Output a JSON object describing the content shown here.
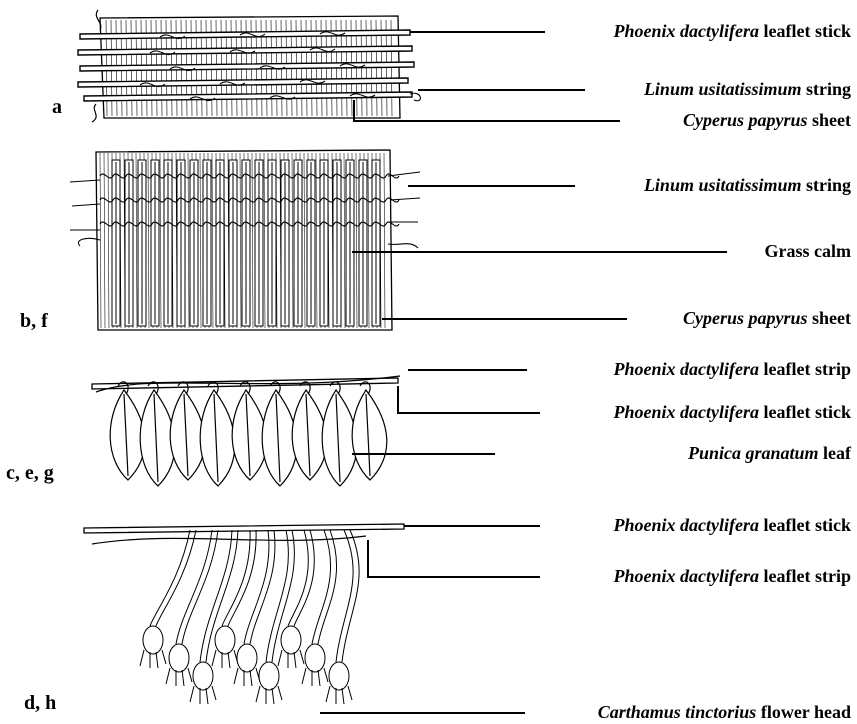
{
  "panels": [
    {
      "id": "a",
      "letter": "a",
      "labels": [
        {
          "italic": "Phoenix dactylifera",
          "plain": " leaflet stick"
        },
        {
          "italic": "Linum usitatissimum",
          "plain": " string"
        },
        {
          "italic": "Cyperus papyrus",
          "plain": " sheet"
        }
      ]
    },
    {
      "id": "b",
      "letter": "b, f",
      "labels": [
        {
          "italic": "Linum usitatissimum",
          "plain": " string"
        },
        {
          "italic": "",
          "plain": "Grass calm"
        },
        {
          "italic": "Cyperus papyrus",
          "plain": " sheet"
        }
      ]
    },
    {
      "id": "c",
      "letter": "c, e, g",
      "labels": [
        {
          "italic": "Phoenix dactylifera",
          "plain": " leaflet strip"
        },
        {
          "italic": "Phoenix dactylifera",
          "plain": " leaflet stick"
        },
        {
          "italic": "Punica granatum",
          "plain": " leaf"
        }
      ]
    },
    {
      "id": "d",
      "letter": "d, h",
      "labels": [
        {
          "italic": "Phoenix dactylifera",
          "plain": " leaflet stick"
        },
        {
          "italic": "Phoenix dactylifera",
          "plain": " leaflet strip"
        },
        {
          "italic": "Carthamus tinctorius",
          "plain": " flower head"
        }
      ]
    }
  ]
}
